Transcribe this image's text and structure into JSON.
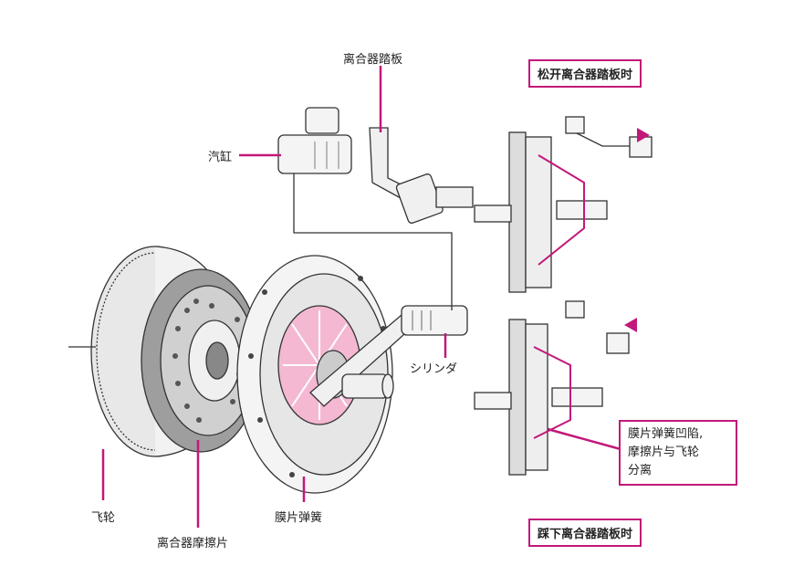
{
  "labels": {
    "clutch_pedal": "离合器踏板",
    "master_cylinder": "汽缸",
    "slave_cylinder": "シリンダ",
    "flywheel": "飞轮",
    "friction_disc": "离合器摩擦片",
    "diaphragm_spring": "膜片弹簧"
  },
  "panels": {
    "released_title": "松开离合器踏板时",
    "pressed_title": "踩下离合器踏板时",
    "pressed_note": [
      "膜片弹簧凹陷,",
      "摩擦片与飞轮",
      "分离"
    ]
  },
  "colors": {
    "accent": "#c2187a",
    "pink_fill": "#f4b8d3",
    "line": "#333333",
    "shade": "#d9d9d9"
  }
}
